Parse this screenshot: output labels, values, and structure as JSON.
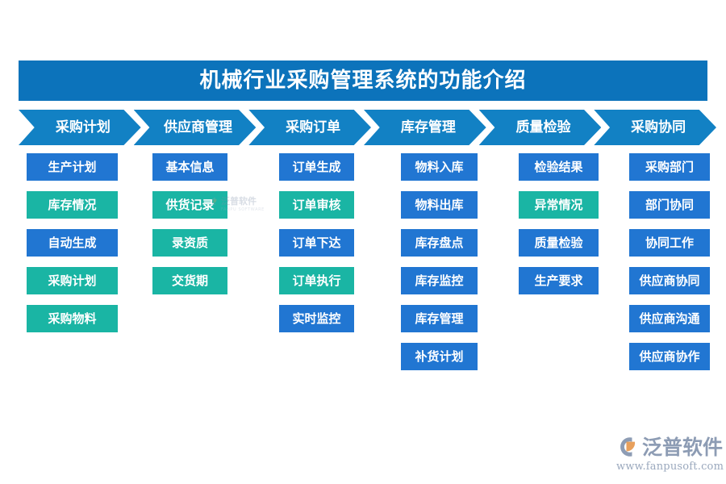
{
  "title": "机械行业采购管理系统的功能介绍",
  "colors": {
    "banner": "#0c73bb",
    "chevron": "#1281c4",
    "node_blue": "#2176d2",
    "node_teal": "#1ab5a4",
    "background": "#ffffff"
  },
  "columns": [
    {
      "header": "采购计划",
      "items": [
        {
          "label": "生产计划",
          "color": "blue"
        },
        {
          "label": "库存情况",
          "color": "teal"
        },
        {
          "label": "自动生成",
          "color": "blue"
        },
        {
          "label": "采购计划",
          "color": "teal"
        },
        {
          "label": "采购物料",
          "color": "teal"
        }
      ]
    },
    {
      "header": "供应商管理",
      "items": [
        {
          "label": "基本信息",
          "color": "blue"
        },
        {
          "label": "供货记录",
          "color": "teal"
        },
        {
          "label": "录资质",
          "color": "teal"
        },
        {
          "label": "交货期",
          "color": "teal"
        }
      ]
    },
    {
      "header": "采购订单",
      "items": [
        {
          "label": "订单生成",
          "color": "blue"
        },
        {
          "label": "订单审核",
          "color": "teal"
        },
        {
          "label": "订单下达",
          "color": "blue"
        },
        {
          "label": "订单执行",
          "color": "teal"
        },
        {
          "label": "实时监控",
          "color": "blue"
        }
      ]
    },
    {
      "header": "库存管理",
      "items": [
        {
          "label": "物料入库",
          "color": "blue"
        },
        {
          "label": "物料出库",
          "color": "blue"
        },
        {
          "label": "库存盘点",
          "color": "blue"
        },
        {
          "label": "库存监控",
          "color": "blue"
        },
        {
          "label": "库存管理",
          "color": "blue"
        },
        {
          "label": "补货计划",
          "color": "blue"
        }
      ]
    },
    {
      "header": "质量检验",
      "items": [
        {
          "label": "检验结果",
          "color": "blue"
        },
        {
          "label": "异常情况",
          "color": "teal"
        },
        {
          "label": "质量检验",
          "color": "blue"
        },
        {
          "label": "生产要求",
          "color": "blue"
        }
      ]
    },
    {
      "header": "采购协同",
      "items": [
        {
          "label": "采购部门",
          "color": "blue"
        },
        {
          "label": "部门协同",
          "color": "blue"
        },
        {
          "label": "协同工作",
          "color": "blue"
        },
        {
          "label": "供应商协同",
          "color": "blue"
        },
        {
          "label": "供应商沟通",
          "color": "blue"
        },
        {
          "label": "供应商协作",
          "color": "blue"
        }
      ]
    }
  ],
  "watermark": {
    "text": "泛普软件",
    "subtext": "FANPU SOFTWARE"
  },
  "logo": {
    "name": "泛普软件",
    "url": "www.fanpusoft.com"
  }
}
